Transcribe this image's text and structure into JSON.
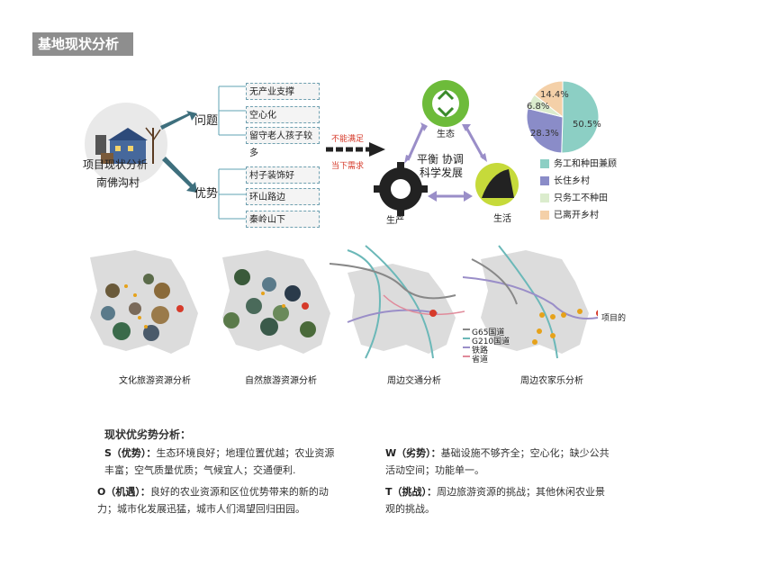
{
  "header": {
    "title": "基地现状分析"
  },
  "project": {
    "label_line1": "项目现状分析",
    "label_line2": "南佛沟村"
  },
  "problem": {
    "label": "问题",
    "items": [
      "无产业支撑",
      "空心化",
      "留守老人孩子较多"
    ]
  },
  "advantage": {
    "label": "优势",
    "items": [
      "村子装饰好",
      "环山路边",
      "秦岭山下"
    ]
  },
  "arrow_note": {
    "line1": "不能满足",
    "line2": "当下需求"
  },
  "balance": {
    "line1": "平衡 协调",
    "line2": "科学发展"
  },
  "cycle": {
    "eco": "生态",
    "production": "生产",
    "life": "生活"
  },
  "colors": {
    "teal": "#8ccfc4",
    "purple": "#8a8cc8",
    "light_green": "#dbeccd",
    "peach": "#f4d0a8",
    "accent_red": "#d63a2a"
  },
  "chart_data": {
    "type": "pie",
    "series": [
      {
        "name": "务工和种田兼顾",
        "value": 50.5,
        "label": "50.5%",
        "color": "#8ccfc4"
      },
      {
        "name": "长住乡村",
        "value": 28.3,
        "label": "28.3%",
        "color": "#8a8cc8"
      },
      {
        "name": "只务工不种田",
        "value": 6.8,
        "label": "6.8%",
        "color": "#dbeccd"
      },
      {
        "name": "已离开乡村",
        "value": 14.4,
        "label": "14.4%",
        "color": "#f4d0a8"
      }
    ]
  },
  "maps": {
    "captions": [
      "文化旅游资源分析",
      "自然旅游资源分析",
      "周边交通分析",
      "周边农家乐分析"
    ],
    "traffic_legend": [
      "G65国道",
      "G210国道",
      "铁路",
      "省道"
    ],
    "project_site": "项目的"
  },
  "swot": {
    "heading": "现状优劣势分析：",
    "s_label": "S（优势）：",
    "s_text1": "生态环境良好；地理位置优越；农业资源",
    "s_text2": "丰富；空气质量优质；气候宜人；交通便利.",
    "w_label": "W（劣势）：",
    "w_text1": "基础设施不够齐全；空心化；缺少公共",
    "w_text2": "活动空间；功能单一。",
    "o_label": "O（机遇）：",
    "o_text1": "良好的农业资源和区位优势带来的新的动",
    "o_text2": "力；城市化发展迅猛，城市人们渴望回归田园。",
    "t_label": "T（挑战）：",
    "t_text1": "周边旅游资源的挑战；其他休闲农业景",
    "t_text2": "观的挑战。"
  }
}
